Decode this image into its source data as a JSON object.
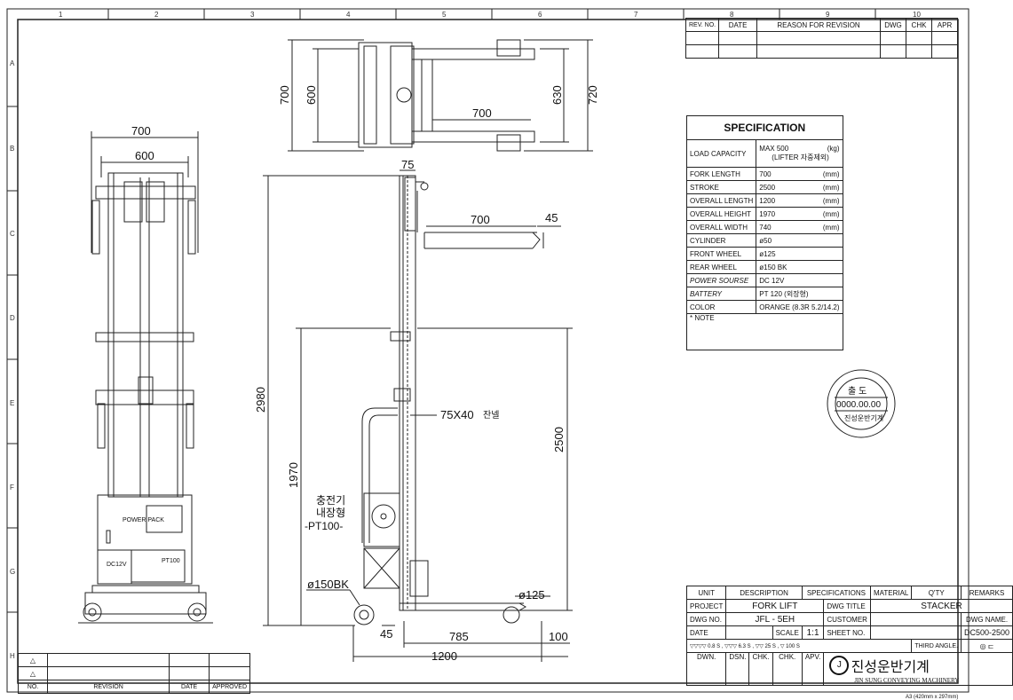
{
  "zones": {
    "columns": [
      "1",
      "2",
      "3",
      "4",
      "5",
      "6",
      "7",
      "8",
      "9",
      "10"
    ],
    "rows": [
      "A",
      "B",
      "C",
      "D",
      "E",
      "F",
      "G",
      "H"
    ]
  },
  "revision_table": {
    "headers": [
      "REV. NO.",
      "DATE",
      "REASON FOR REVISION",
      "DWG",
      "CHK",
      "APR"
    ]
  },
  "spec": {
    "title": "SPECIFICATION",
    "rows": [
      {
        "name": "LOAD CAPACITY",
        "value": "MAX 500",
        "unit": "(kg)",
        "note": "(LIFTER 자중제외)",
        "italic": false
      },
      {
        "name": "FORK LENGTH",
        "value": "700",
        "unit": "(mm)",
        "italic": false
      },
      {
        "name": "STROKE",
        "value": "2500",
        "unit": "(mm)",
        "italic": false
      },
      {
        "name": "OVERALL LENGTH",
        "value": "1200",
        "unit": "(mm)",
        "italic": false
      },
      {
        "name": "OVERALL HEIGHT",
        "value": "1970",
        "unit": "(mm)",
        "italic": false
      },
      {
        "name": "OVERALL WIDTH",
        "value": "740",
        "unit": "(mm)",
        "italic": false
      },
      {
        "name": "CYLINDER",
        "value": "ø50",
        "unit": "",
        "italic": false
      },
      {
        "name": "FRONT WHEEL",
        "value": "ø125",
        "unit": "",
        "italic": false
      },
      {
        "name": "REAR WHEEL",
        "value": "ø150 BK",
        "unit": "",
        "italic": false
      },
      {
        "name": "POWER SOURSE",
        "value": "DC 12V",
        "unit": "",
        "italic": true
      },
      {
        "name": "BATTERY",
        "value": "PT 120 (외장형)",
        "unit": "",
        "italic": true
      },
      {
        "name": "COLOR",
        "value": "ORANGE (8.3R 5.2/14.2)",
        "unit": "",
        "italic": false
      }
    ],
    "note": "* NOTE"
  },
  "stamp": {
    "top": "출 도",
    "date": "0000.00.00",
    "company": "진성운반기계",
    "ring": "진 성 출 도 부 ㈜ 진성운반기계"
  },
  "front_view": {
    "dim_700": "700",
    "dim_600": "600",
    "power_pack": "POWER PACK",
    "dc12v": "DC12V",
    "pt100": "PT100"
  },
  "top_view": {
    "dim_700_left": "700",
    "dim_600": "600",
    "dim_700_fork": "700",
    "dim_630": "630",
    "dim_720": "720"
  },
  "side_view": {
    "dim_75": "75",
    "dim_700": "700",
    "dim_45": "45",
    "dim_2980": "2980",
    "dim_1970": "1970",
    "dim_2500": "2500",
    "channel": "75X40",
    "channel_kr": "잔넬",
    "charger_1": "충전기",
    "charger_2": "내장형",
    "charger_3": "-PT100-",
    "rear_wheel": "ø150BK",
    "front_wheel": "ø125",
    "dim_45b": "45",
    "dim_785": "785",
    "dim_100": "100",
    "dim_1200": "1200"
  },
  "revision_block": {
    "headers": [
      "NO.",
      "REVISION",
      "DATE",
      "APPROVED"
    ]
  },
  "title_block": {
    "unit": "UNIT",
    "description": "DESCRIPTION",
    "specifications": "SPECIFICATIONS",
    "material": "MATERIAL",
    "qty": "Q'TY",
    "remarks": "REMARKS",
    "project_label": "PROJECT",
    "project": "FORK LIFT",
    "dwg_title_label": "DWG TITLE",
    "dwg_title": "STACKER",
    "dwg_no_label": "DWG NO.",
    "dwg_no": "JFL - 5EH",
    "customer_label": "CUSTOMER",
    "dwg_name_label": "DWG NAME.",
    "date_label": "DATE",
    "scale_label": "SCALE",
    "scale": "1:1",
    "sheet_no_label": "SHEET NO.",
    "dwg_name": "DC500-2500",
    "roughness": "▽▽▽▽ 0.8 S ,  ▽▽▽ 6.3 S ,  ▽▽ 25 S ,  ▽ 100 S",
    "third_angle": "THIRD ANGLE.",
    "dwn": "DWN.",
    "dsn": "DSN.",
    "chk1": "CHK.",
    "chk2": "CHK.",
    "apv": "APV.",
    "company_kr": "진성운반기계",
    "company_en": "JIN SUNG CONVEYING MACHINERY"
  },
  "sheet_size": "A3 (420mm x 297mm)"
}
